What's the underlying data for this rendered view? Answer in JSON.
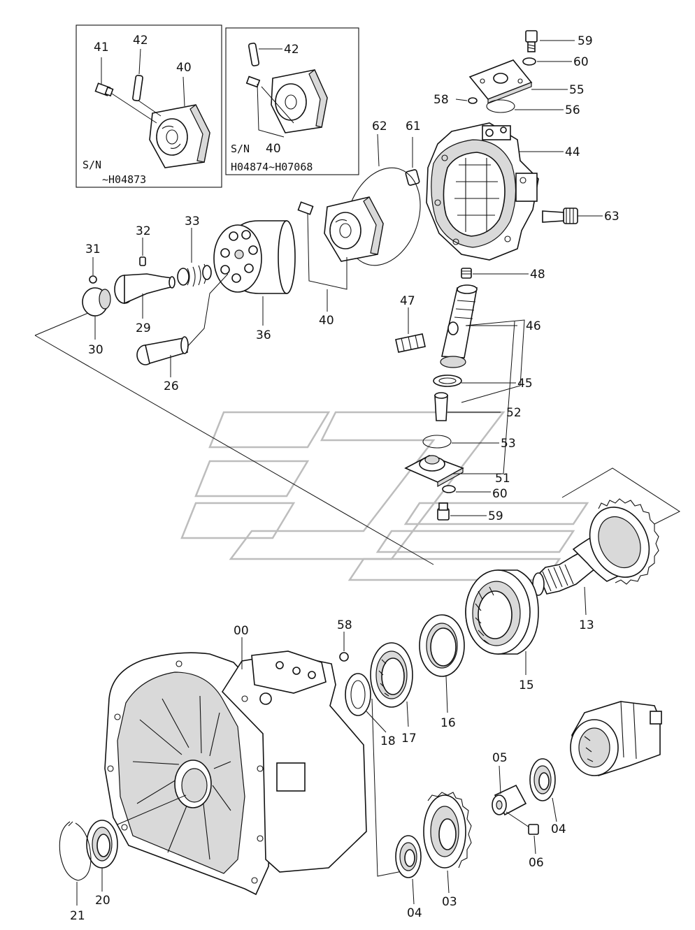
{
  "insets": [
    {
      "serial_prefix": "S/N",
      "serial_range": "~H04873"
    },
    {
      "serial_prefix": "S/N",
      "serial_range": "H04874~H07068"
    }
  ],
  "labels": {
    "l41a": "41",
    "l42a": "42",
    "l40a": "40",
    "l42b": "42",
    "l40b": "40",
    "l59a": "59",
    "l60a": "60",
    "l55": "55",
    "l58a": "58",
    "l56": "56",
    "l62": "62",
    "l61": "61",
    "l44": "44",
    "l63": "63",
    "l48": "48",
    "l31": "31",
    "l32": "32",
    "l33": "33",
    "l29": "29",
    "l30": "30",
    "l36": "36",
    "l26": "26",
    "l40c": "40",
    "l47": "47",
    "l46": "46",
    "l45": "45",
    "l52": "52",
    "l53": "53",
    "l51": "51",
    "l60b": "60",
    "l59b": "59",
    "l13": "13",
    "l15": "15",
    "l00": "00",
    "l58b": "58",
    "l16": "16",
    "l17": "17",
    "l18": "18",
    "l05": "05",
    "l04a": "04",
    "l06": "06",
    "l03": "03",
    "l04b": "04",
    "l20": "20",
    "l21": "21"
  }
}
